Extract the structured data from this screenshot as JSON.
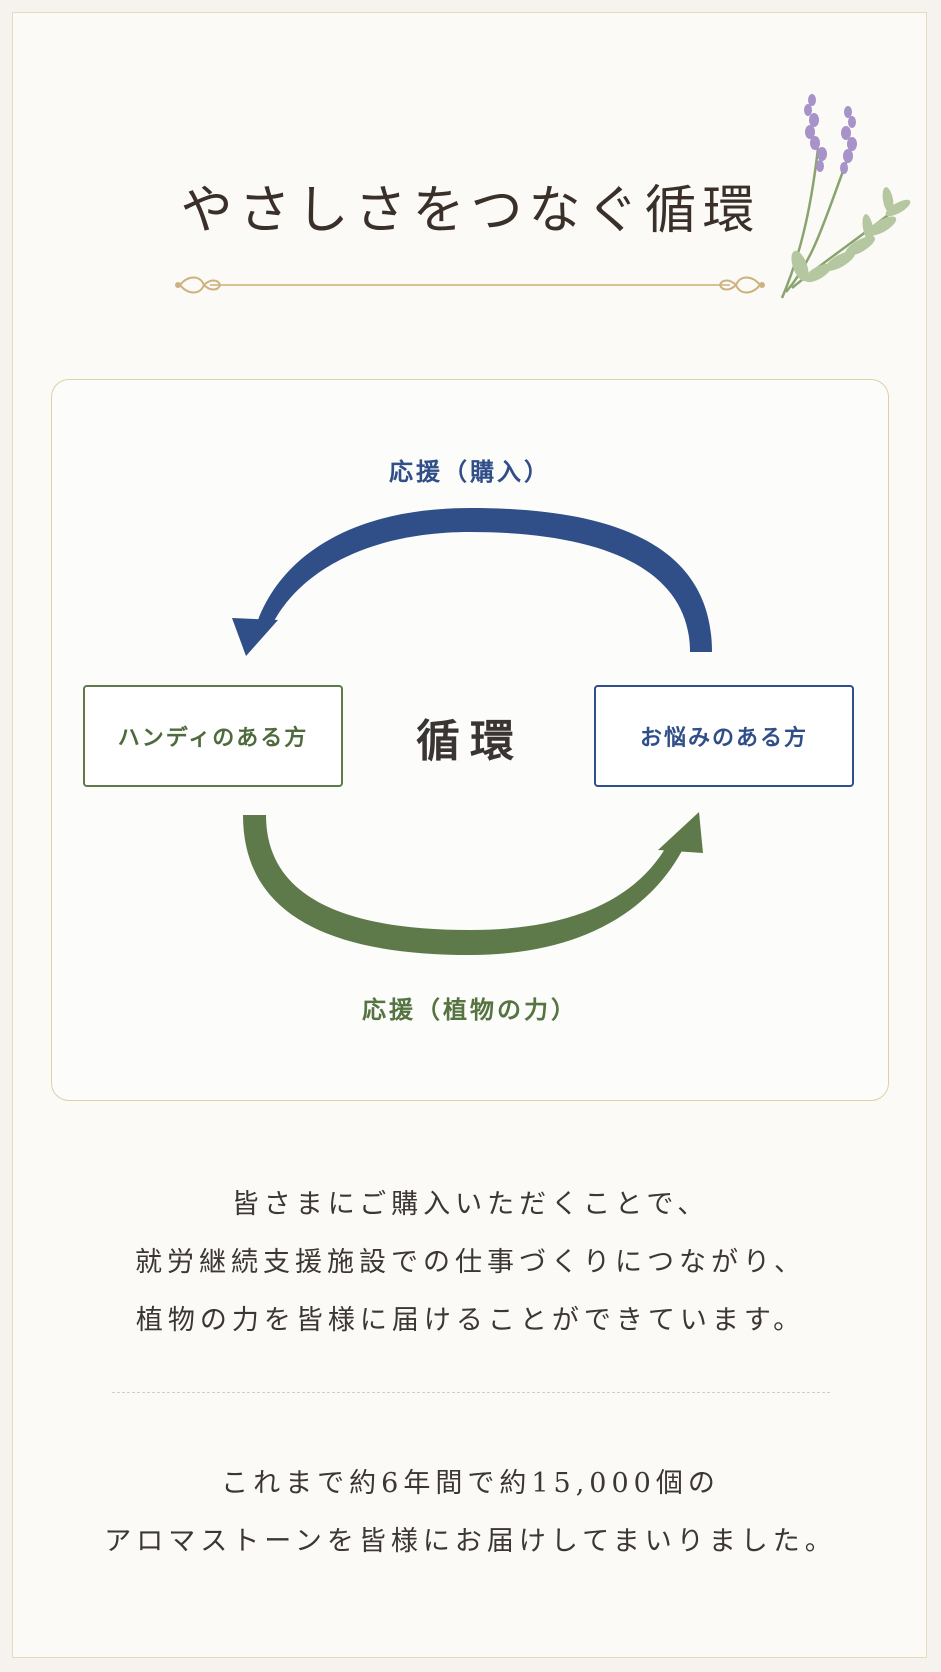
{
  "page": {
    "title": "やさしさをつなぐ循環"
  },
  "diagram": {
    "center_label": "循環",
    "top_arrow_label": "応援（購入）",
    "bottom_arrow_label": "応援（植物の力）",
    "left_node": "ハンディのある方",
    "right_node": "お悩みのある方",
    "colors": {
      "blue": "#304e88",
      "green": "#5e7a4a",
      "gold": "#d8c397"
    }
  },
  "text": {
    "paragraph1_line1": "皆さまにご購入いただくことで、",
    "paragraph1_line2": "就労継続支援施設での仕事づくりにつながり、",
    "paragraph1_line3": "植物の力を皆様に届けることができています。",
    "paragraph2_line1": "これまで約6年間で約15,000個の",
    "paragraph2_line2": "アロマストーンを皆様にお届けしてまいりました。"
  }
}
